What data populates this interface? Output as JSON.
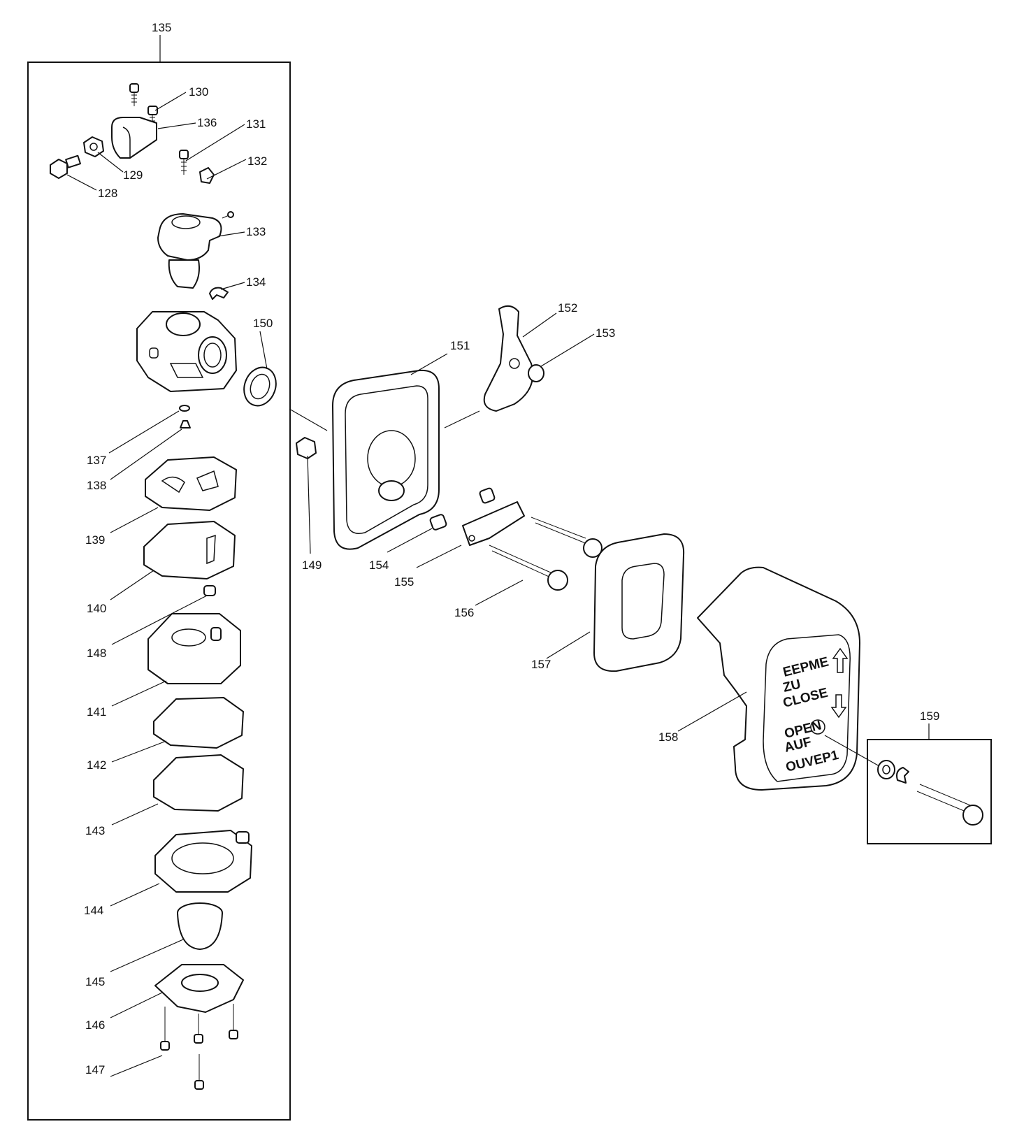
{
  "callouts": {
    "p135": "135",
    "p130": "130",
    "p136": "136",
    "p131": "131",
    "p132": "132",
    "p129": "129",
    "p128": "128",
    "p133": "133",
    "p134": "134",
    "p150": "150",
    "p137": "137",
    "p138": "138",
    "p139": "139",
    "p140": "140",
    "p148": "148",
    "p141": "141",
    "p142": "142",
    "p143": "143",
    "p144": "144",
    "p145": "145",
    "p146": "146",
    "p147": "147",
    "p149": "149",
    "p151": "151",
    "p152": "152",
    "p153": "153",
    "p154": "154",
    "p155": "155",
    "p156": "156",
    "p157": "157",
    "p158": "158",
    "p159": "159"
  },
  "decal": {
    "line1": "EEPME",
    "line2": "ZU",
    "line3": "CLOSE",
    "line4": "OPEN",
    "line5": "AUF",
    "line6": "OUVEP1"
  }
}
